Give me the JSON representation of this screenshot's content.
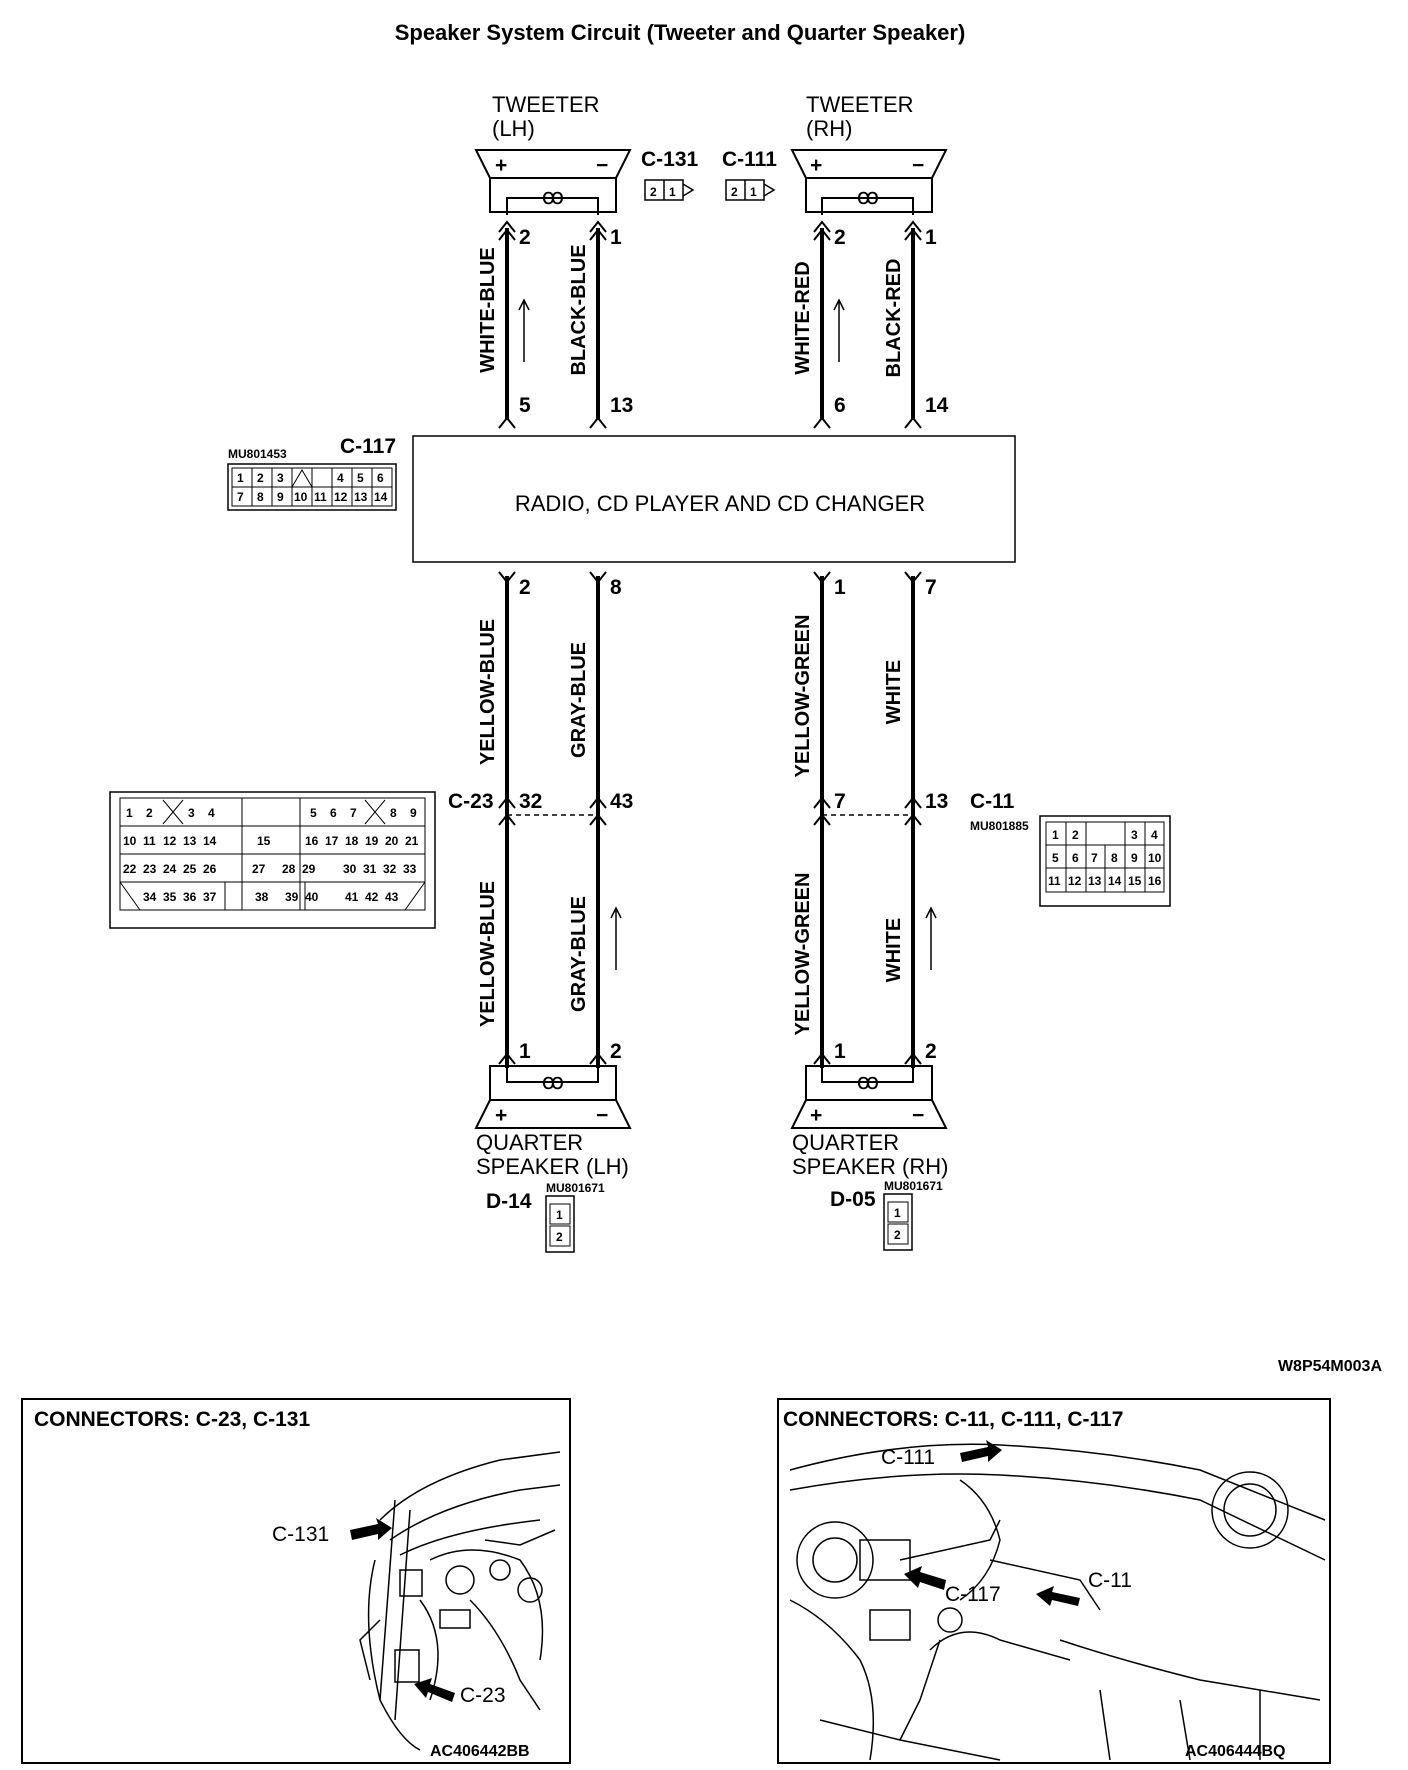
{
  "title": "Speaker System Circuit (Tweeter and Quarter Speaker)",
  "diagram_code": "W8P54M003A",
  "tweeter_lh": {
    "line1": "TWEETER",
    "line2": "(LH)"
  },
  "tweeter_rh": {
    "line1": "TWEETER",
    "line2": "(RH)"
  },
  "quarter_lh": {
    "line1": "QUARTER",
    "line2": "SPEAKER (LH)",
    "connector": "D-14",
    "part_no": "MU801671"
  },
  "quarter_rh": {
    "line1": "QUARTER",
    "line2": "SPEAKER (RH)",
    "connector": "D-05",
    "part_no": "MU801671"
  },
  "radio": {
    "label": "RADIO, CD PLAYER AND CD CHANGER",
    "connector": "C-117",
    "part_no": "MU801453"
  },
  "connectors": {
    "c131": "C-131",
    "c111": "C-111",
    "c23": "C-23",
    "c11": "C-11",
    "c11_part": "MU801885"
  },
  "wires_top": {
    "white_blue": "WHITE-BLUE",
    "black_blue": "BLACK-BLUE",
    "white_red": "WHITE-RED",
    "black_red": "BLACK-RED"
  },
  "wires_mid": {
    "yellow_blue": "YELLOW-BLUE",
    "gray_blue": "GRAY-BLUE",
    "yellow_green": "YELLOW-GREEN",
    "white": "WHITE"
  },
  "pins": {
    "tw_lh_pos": "2",
    "tw_lh_neg": "1",
    "tw_rh_pos": "2",
    "tw_rh_neg": "1",
    "r_5": "5",
    "r_13": "13",
    "r_6": "6",
    "r_14": "14",
    "r_2": "2",
    "r_8": "8",
    "r_1": "1",
    "r_7": "7",
    "c23_32": "32",
    "c23_43": "43",
    "c11_7": "7",
    "c11_13": "13",
    "q_lh_1": "1",
    "q_lh_2": "2",
    "q_rh_1": "1",
    "q_rh_2": "2"
  },
  "symbols": {
    "plus": "+",
    "minus": "−",
    "coil": "ꝏ"
  },
  "c117_cells": {
    "top": [
      "1",
      "2",
      "3",
      "4",
      "5",
      "6"
    ],
    "bottom": [
      "7",
      "8",
      "9",
      "10",
      "11",
      "12",
      "13",
      "14"
    ]
  },
  "c131_cells": [
    "2",
    "1"
  ],
  "c111_cells": [
    "2",
    "1"
  ],
  "c11_cells": {
    "row1": [
      "1",
      "2",
      "3",
      "4"
    ],
    "row2": [
      "5",
      "6",
      "7",
      "8",
      "9",
      "10"
    ],
    "row3": [
      "11",
      "12",
      "13",
      "14",
      "15",
      "16"
    ]
  },
  "c23_cells": {
    "row1": [
      "1",
      "2",
      "3",
      "4",
      "5",
      "6",
      "7",
      "8",
      "9"
    ],
    "row2": [
      "10",
      "11",
      "12",
      "13",
      "14",
      "15",
      "16",
      "17",
      "18",
      "19",
      "20",
      "21"
    ],
    "row3": [
      "22",
      "23",
      "24",
      "25",
      "26",
      "27",
      "28",
      "29",
      "30",
      "31",
      "32",
      "33"
    ],
    "row4": [
      "34",
      "35",
      "36",
      "37",
      "38",
      "39",
      "40",
      "41",
      "42",
      "43"
    ]
  },
  "d_cells": [
    "1",
    "2"
  ],
  "locator_left": {
    "title": "CONNECTORS: C-23, C-131",
    "callout_top": "C-131",
    "callout_bottom": "C-23",
    "ref": "AC406442BB"
  },
  "locator_right": {
    "title": "CONNECTORS: C-11, C-111, C-117",
    "callout_1": "C-111",
    "callout_2": "C-117",
    "callout_3": "C-11",
    "ref": "AC406444BQ"
  }
}
